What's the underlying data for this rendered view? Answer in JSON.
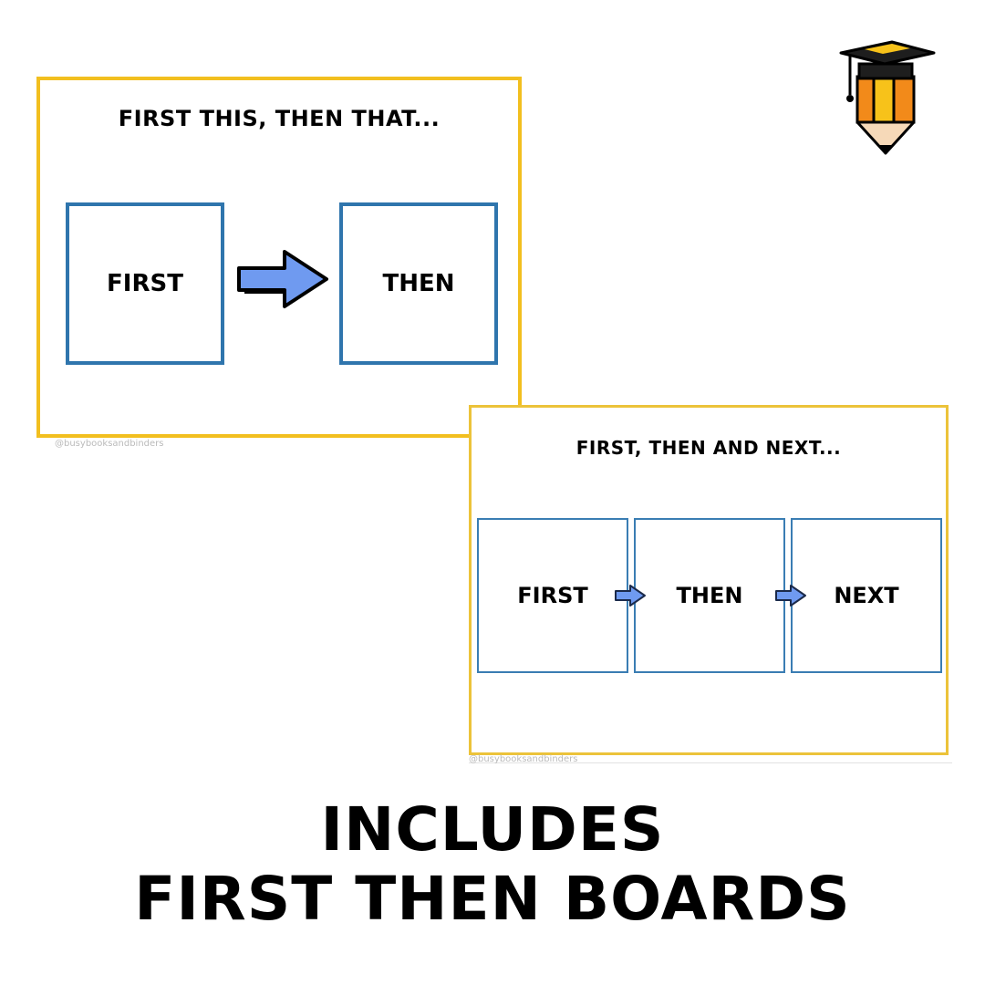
{
  "board_1": {
    "title": "FIRST THIS, THEN THAT...",
    "cards": [
      "FIRST",
      "THEN"
    ],
    "watermark": "@busybooksandbinders"
  },
  "board_2": {
    "title": "FIRST, THEN AND NEXT...",
    "cards": [
      "FIRST",
      "THEN",
      "NEXT"
    ],
    "watermark": "@busybooksandbinders"
  },
  "headline": {
    "line_1": "INCLUDES",
    "line_2": "FIRST THEN BOARDS"
  },
  "icons": {
    "logo": "graduation-cap-pencil-icon",
    "arrow": "arrow-right-icon"
  },
  "colors": {
    "board_border": "#f2bf1f",
    "card_border": "#2f75ad",
    "arrow_fill": "#6f9af0",
    "logo_orange": "#f28a1a",
    "logo_yellow": "#f7c21a"
  }
}
